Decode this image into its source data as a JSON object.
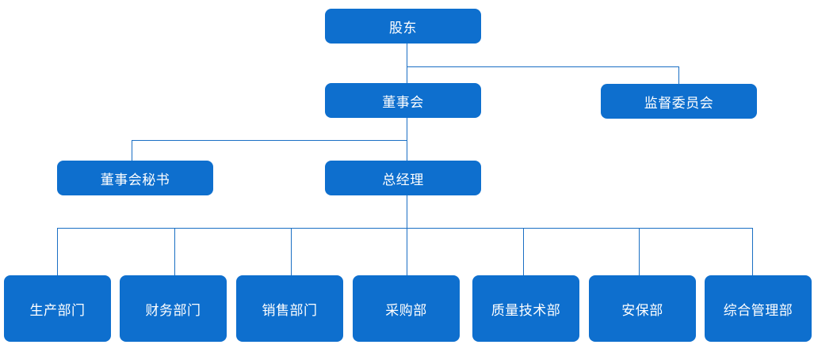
{
  "org_chart": {
    "shareholders": "股东",
    "board": "董事会",
    "supervisory_committee": "监督委员会",
    "board_secretary": "董事会秘书",
    "general_manager": "总经理",
    "departments": [
      "生产部门",
      "财务部门",
      "销售部门",
      "采购部",
      "质量技术部",
      "安保部",
      "综合管理部"
    ]
  },
  "colors": {
    "node_fill": "#0e6fce",
    "node_text": "#ffffff",
    "connector": "#1a6fc4"
  }
}
